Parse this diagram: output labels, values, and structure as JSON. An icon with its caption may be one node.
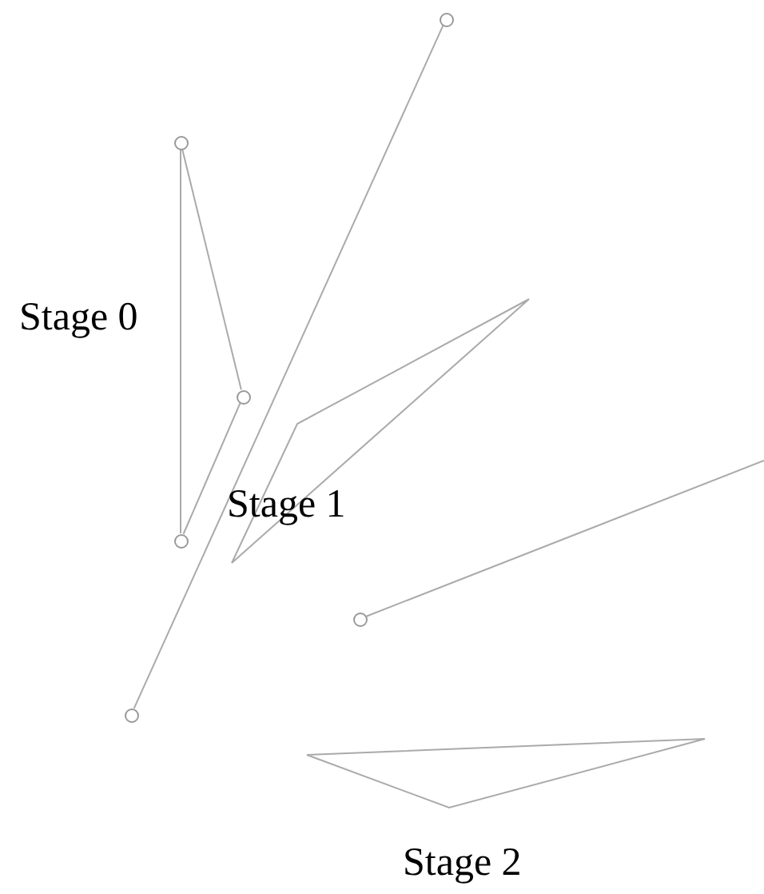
{
  "diagram": {
    "nodes": [
      {
        "text": [],
        "shape": "circle"
      },
      {
        "text": [],
        "shape": "circle"
      },
      {
        "text": [],
        "shape": "circle"
      },
      {
        "text": [],
        "shape": "circle"
      },
      {
        "text": [],
        "shape": "circle"
      },
      {
        "text": [],
        "shape": "circle"
      }
    ],
    "edges": [
      {
        "from": 0,
        "to": 5,
        "arrow": "none"
      },
      {
        "from": 1,
        "to": 2,
        "arrow": "none"
      },
      {
        "from": 1,
        "to": 3,
        "arrow": "none"
      },
      {
        "from": 2,
        "to": 3,
        "arrow": "none"
      },
      {
        "from": 4,
        "to": null,
        "arrow": "none"
      }
    ],
    "labels": [
      "Stage 0",
      "Stage 1",
      "Stage 2"
    ]
  }
}
